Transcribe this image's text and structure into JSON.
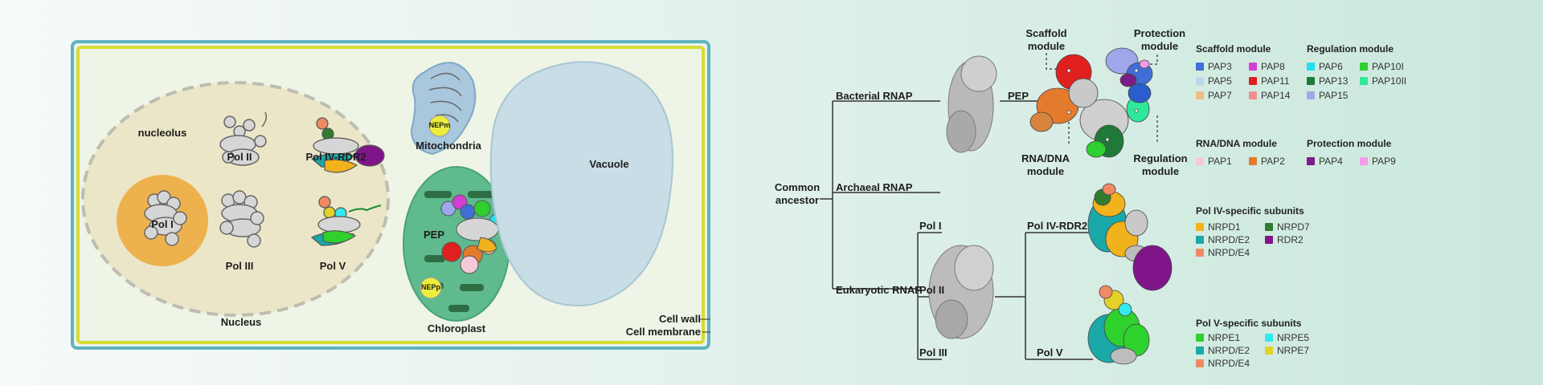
{
  "cell": {
    "nucleolus": "nucleolus",
    "pol_i": "Pol I",
    "pol_ii": "Pol II",
    "pol_iii": "Pol III",
    "pol_iv_rdr2": "Pol IV-RDR2",
    "pol_v": "Pol V",
    "nucleus": "Nucleus",
    "mitochondria": "Mitochondria",
    "nep_m": "NEPm",
    "chloroplast": "Chloroplast",
    "pep": "PEP",
    "nep_p": "NEPp",
    "vacuole": "Vacuole",
    "cell_wall": "Cell wall",
    "cell_membrane": "Cell membrane"
  },
  "tree": {
    "common_ancestor_line1": "Common",
    "common_ancestor_line2": "ancestor",
    "bacterial_rnap": "Bacterial RNAP",
    "archaeal_rnap": "Archaeal RNAP",
    "eukaryotic_rnap": "Eukaryotic RNAP",
    "pep": "PEP",
    "pol_i": "Pol I",
    "pol_ii": "Pol II",
    "pol_iii": "Pol III",
    "pol_iv_rdr2": "Pol IV-RDR2",
    "pol_v": "Pol V",
    "scaffold_module_l1": "Scaffold",
    "scaffold_module_l2": "module",
    "protection_module_l1": "Protection",
    "protection_module_l2": "module",
    "rna_dna_module_l1": "RNA/DNA",
    "rna_dna_module_l2": "module",
    "regulation_module_l1": "Regulation",
    "regulation_module_l2": "module"
  },
  "legend": {
    "scaffold": {
      "title": "Scaffold module",
      "items": [
        {
          "label": "PAP3",
          "color": "#3f6fd6"
        },
        {
          "label": "PAP8",
          "color": "#d23fd0"
        },
        {
          "label": "PAP5",
          "color": "#b9d7ec"
        },
        {
          "label": "PAP11",
          "color": "#e0201e"
        },
        {
          "label": "PAP7",
          "color": "#f2bb8a"
        },
        {
          "label": "PAP14",
          "color": "#ef8f8f"
        }
      ]
    },
    "regulation": {
      "title": "Regulation module",
      "items": [
        {
          "label": "PAP6",
          "color": "#22e0ee"
        },
        {
          "label": "PAP10I",
          "color": "#2fcf2f"
        },
        {
          "label": "PAP13",
          "color": "#1f7a3a"
        },
        {
          "label": "PAP10II",
          "color": "#2fe89a"
        },
        {
          "label": "PAP15",
          "color": "#9fa6ea"
        }
      ]
    },
    "rnadna": {
      "title": "RNA/DNA module",
      "items": [
        {
          "label": "PAP1",
          "color": "#f6c9d8"
        },
        {
          "label": "PAP2",
          "color": "#e47a2c"
        }
      ]
    },
    "protection": {
      "title": "Protection module",
      "items": [
        {
          "label": "PAP4",
          "color": "#7b1d86"
        },
        {
          "label": "PAP9",
          "color": "#f49be6"
        }
      ]
    },
    "pol4": {
      "title": "Pol IV-specific subunits",
      "items": [
        {
          "label": "NRPD1",
          "color": "#f2b21b"
        },
        {
          "label": "NRPD7",
          "color": "#2f7d2e"
        },
        {
          "label": "NRPD/E2",
          "color": "#1aa8a8"
        },
        {
          "label": "RDR2",
          "color": "#7f1589"
        },
        {
          "label": "NRPD/E4",
          "color": "#f08a63"
        }
      ]
    },
    "pol5": {
      "title": "Pol V-specific subunits",
      "items": [
        {
          "label": "NRPE1",
          "color": "#2fd12c"
        },
        {
          "label": "NRPE5",
          "color": "#35e8ee"
        },
        {
          "label": "NRPD/E2",
          "color": "#1aa8a8"
        },
        {
          "label": "NRPE7",
          "color": "#e3d12a"
        },
        {
          "label": "NRPD/E4",
          "color": "#f08a63"
        }
      ]
    }
  }
}
